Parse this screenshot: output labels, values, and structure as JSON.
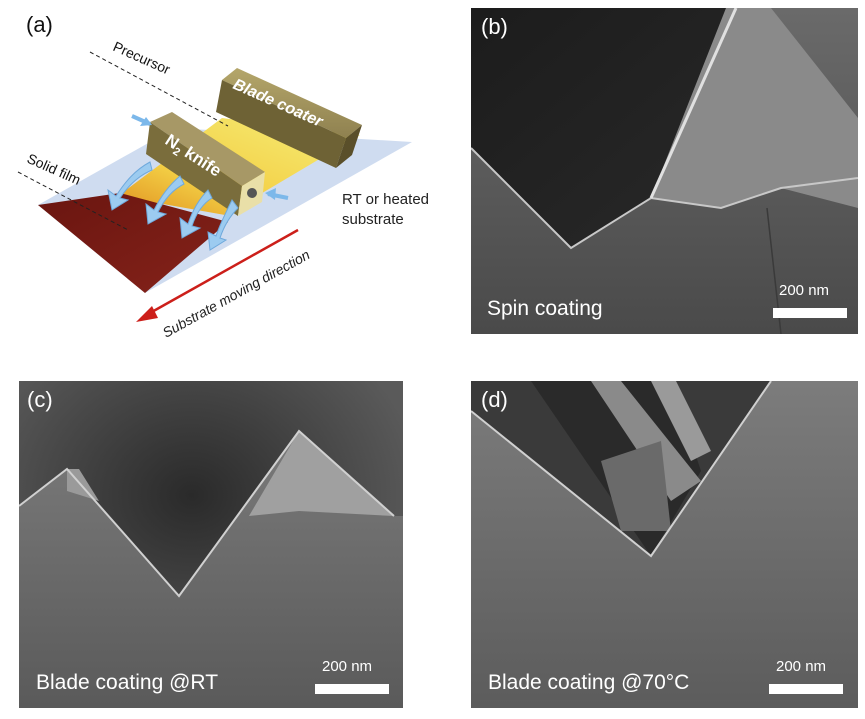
{
  "panels": {
    "a": {
      "label": "(a)",
      "precursor": "Precursor",
      "blade_coater": "Blade coater",
      "n2_knife_n": "N",
      "n2_knife_sub": "2",
      "n2_knife_rest": " knife",
      "solid_film": "Solid film",
      "substrate_line1": "RT or heated",
      "substrate_line2": "substrate",
      "direction": "Substrate moving direction"
    },
    "b": {
      "label": "(b)",
      "caption": "Spin coating",
      "scale": "200 nm"
    },
    "c": {
      "label": "(c)",
      "caption": "Blade coating @RT",
      "scale": "200 nm"
    },
    "d": {
      "label": "(d)",
      "caption": "Blade coating @70°C",
      "scale": "200 nm"
    }
  },
  "colors": {
    "film": "#7a1c14",
    "precursor": "#f4e25a",
    "substrate": "#c9d7ee",
    "coater": "#8a7c48",
    "arrow": "#cc1f1a",
    "gas": "#8fc3ee"
  }
}
